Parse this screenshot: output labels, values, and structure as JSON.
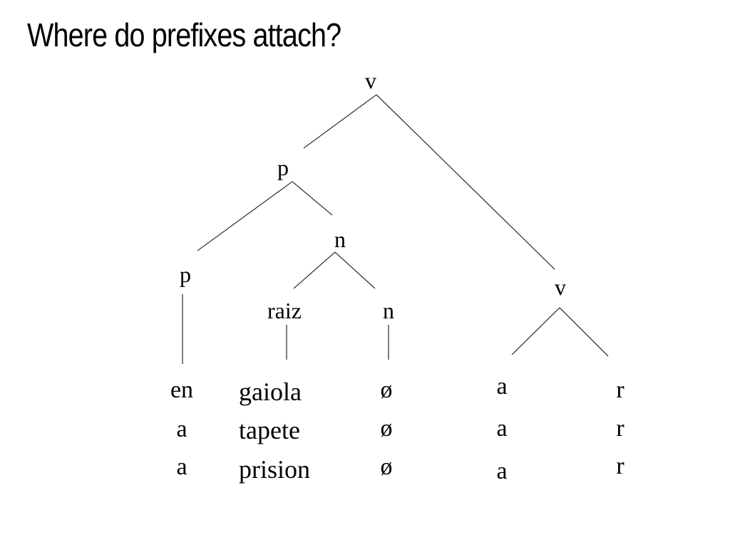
{
  "slide": {
    "title": "Where do prefixes attach?"
  },
  "tree": {
    "nodes": {
      "root_v": "v",
      "p_top": "p",
      "n_mid": "n",
      "p_low": "p",
      "v_right": "v",
      "raiz": "raiz",
      "n_low": "n"
    },
    "leaves": {
      "prefix_col": [
        "en",
        "a",
        "a"
      ],
      "root_col": [
        "gaiola",
        "tapete",
        "prision"
      ],
      "null_col": [
        "ø",
        "ø",
        "ø"
      ],
      "theme_col": [
        "a",
        "a",
        "a"
      ],
      "inf_col": [
        "r",
        "r",
        "r"
      ]
    }
  }
}
